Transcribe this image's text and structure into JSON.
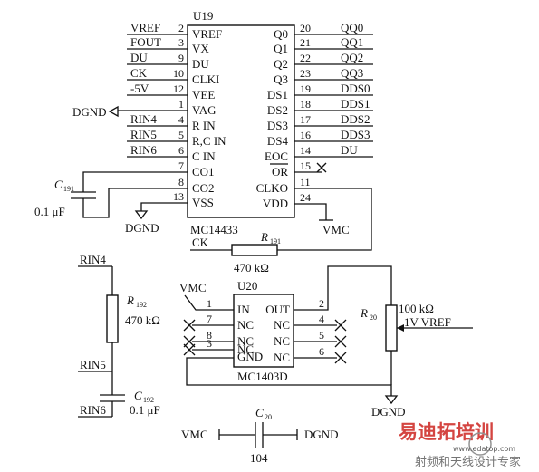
{
  "u19": {
    "ref": "U19",
    "part": "MC14433",
    "left_pins": [
      {
        "net": "VREF",
        "num": "2",
        "name": "VREF"
      },
      {
        "net": "FOUT",
        "num": "3",
        "name": "VX"
      },
      {
        "net": "DU",
        "num": "9",
        "name": "DU"
      },
      {
        "net": "CK",
        "num": "10",
        "name": "CLKI"
      },
      {
        "net": "-5V",
        "num": "12",
        "name": "VEE"
      },
      {
        "net": "DGND",
        "num": "1",
        "name": "VAG"
      },
      {
        "net": "RIN4",
        "num": "4",
        "name": "R IN"
      },
      {
        "net": "RIN5",
        "num": "5",
        "name": "R,C IN"
      },
      {
        "net": "RIN6",
        "num": "6",
        "name": "C IN"
      },
      {
        "net": "",
        "num": "7",
        "name": "CO1"
      },
      {
        "net": "",
        "num": "8",
        "name": "CO2"
      },
      {
        "net": "",
        "num": "13",
        "name": "VSS"
      }
    ],
    "right_pins": [
      {
        "name": "Q0",
        "num": "20",
        "net": "QQ0"
      },
      {
        "name": "Q1",
        "num": "21",
        "net": "QQ1"
      },
      {
        "name": "Q2",
        "num": "22",
        "net": "QQ2"
      },
      {
        "name": "Q3",
        "num": "23",
        "net": "QQ3"
      },
      {
        "name": "DS1",
        "num": "19",
        "net": "DDS0"
      },
      {
        "name": "DS2",
        "num": "18",
        "net": "DDS1"
      },
      {
        "name": "DS3",
        "num": "17",
        "net": "DDS2"
      },
      {
        "name": "DS4",
        "num": "16",
        "net": "DDS3"
      },
      {
        "name": "EOC",
        "num": "14",
        "net": "DU"
      },
      {
        "name": "OR",
        "num": "15",
        "net": ""
      },
      {
        "name": "CLKO",
        "num": "11",
        "net": ""
      },
      {
        "name": "VDD",
        "num": "24",
        "net": "VMC"
      }
    ]
  },
  "c191": {
    "ref_letter": "C",
    "ref_sub": "191",
    "value": "0.1 μF"
  },
  "r191": {
    "ref_letter": "R",
    "ref_sub": "191",
    "value": "470 kΩ"
  },
  "ck_net": "CK",
  "dgnd_vss": "DGND",
  "vmc_vdd": "VMC",
  "r192": {
    "ref_letter": "R",
    "ref_sub": "192",
    "value": "470 kΩ",
    "top_net": "RIN4",
    "mid_net": "RIN5",
    "bottom_net": "RIN6"
  },
  "c192": {
    "ref_letter": "C",
    "ref_sub": "192",
    "value": "0.1 μF"
  },
  "u20": {
    "ref": "U20",
    "part": "MC1403D",
    "vin_net": "VMC",
    "left_pins": [
      {
        "num": "1",
        "name": "IN"
      },
      {
        "num": "7",
        "name": "NC"
      },
      {
        "num": "8",
        "name": "NC"
      },
      {
        "num": "3",
        "name": "NC"
      }
    ],
    "right_pins": [
      {
        "num": "2",
        "name": "OUT"
      },
      {
        "num": "4",
        "name": "NC"
      },
      {
        "num": "5",
        "name": "NC"
      },
      {
        "num": "6",
        "name": "NC"
      }
    ],
    "gnd_name": "GND"
  },
  "r20": {
    "ref_letter": "R",
    "ref_sub": "20",
    "value": "100 kΩ",
    "wiper_label": "1V VREF",
    "ground": "DGND"
  },
  "c20": {
    "ref_letter": "C",
    "ref_sub": "20",
    "value": "104",
    "left_net": "VMC",
    "right_net": "DGND"
  },
  "watermark": {
    "line1": "易迪拓培训",
    "line2": "射频和天线设计专家",
    "tag": "www.edatop.com"
  }
}
